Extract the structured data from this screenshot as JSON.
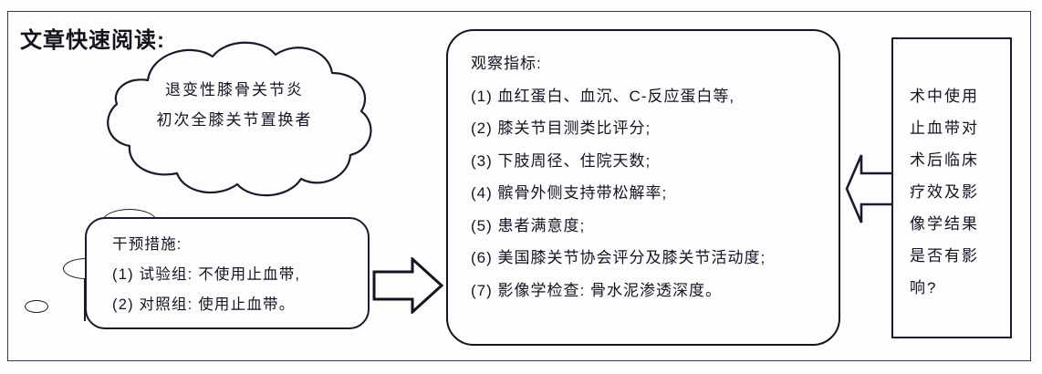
{
  "title": "文章快速阅读:",
  "colors": {
    "frame_border": "#3a3550",
    "shape_border": "#1d1a28",
    "text": "#161322",
    "background": "#fdfdfd"
  },
  "cloud": {
    "name": "population-cloud",
    "lines": [
      "退变性膝骨关节炎",
      "初次全膝关节置换者"
    ]
  },
  "intervention": {
    "heading": "干预措施:",
    "items": [
      "(1) 试验组: 不使用止血带,",
      "(2) 对照组: 使用止血带。"
    ]
  },
  "observation": {
    "heading": "观察指标:",
    "items": [
      "(1) 血红蛋白、血沉、C-反应蛋白等,",
      "(2) 膝关节目测类比评分;",
      "(3) 下肢周径、住院天数;",
      "(4) 髌骨外侧支持带松解率;",
      "(5) 患者满意度;",
      "(6) 美国膝关节协会评分及膝关节活动度;",
      "(7) 影像学检查: 骨水泥渗透深度。"
    ]
  },
  "conclusion": {
    "lines": [
      "术中使用",
      "止血带对",
      "术后临床",
      "疗效及影",
      "像学结果",
      "是否有影",
      "响?"
    ]
  },
  "arrows": {
    "right_arrow_label": "block-arrow-right",
    "left_arrow_label": "block-arrow-left"
  }
}
